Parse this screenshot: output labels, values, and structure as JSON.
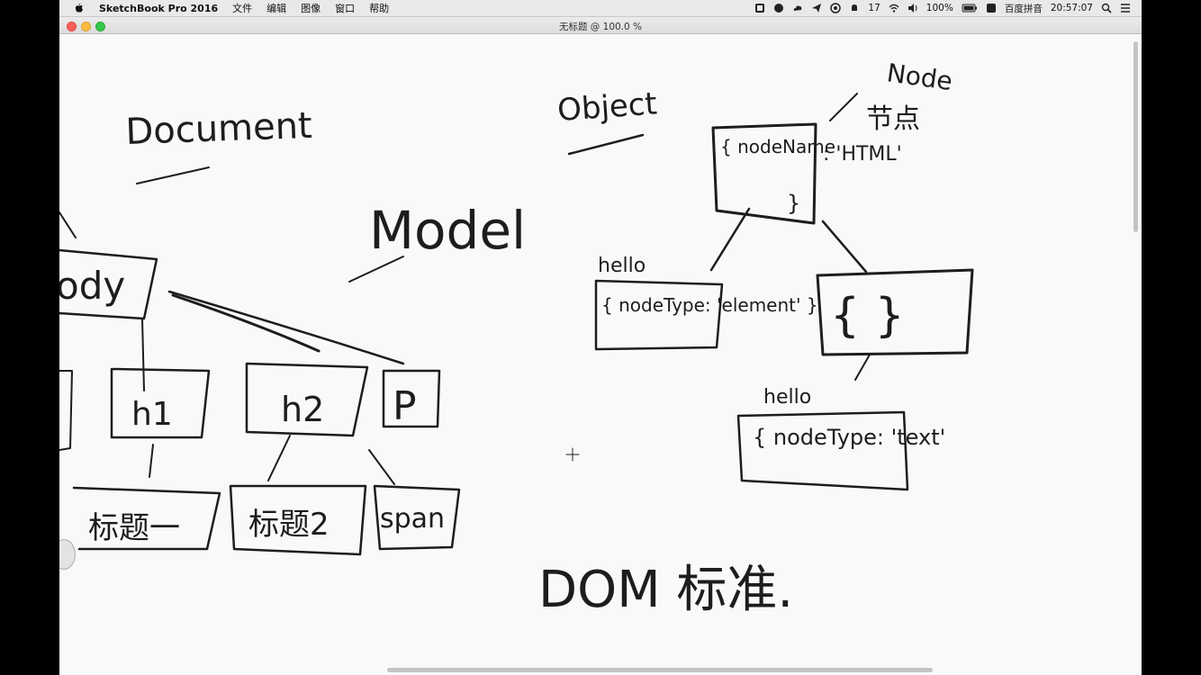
{
  "menubar": {
    "app_name": "SketchBook Pro 2016",
    "menus": [
      "文件",
      "编辑",
      "图像",
      "窗口",
      "帮助"
    ],
    "battery_percent": "100%",
    "notification_count": "17",
    "input_method": "百度拼音",
    "clock": "20:57:07",
    "icons": [
      "apple-icon",
      "grid-icon",
      "qq-icon",
      "cloud-icon",
      "send-icon",
      "wechat-icon",
      "bell-icon",
      "wifi-icon",
      "volume-icon",
      "battery-icon",
      "search-icon",
      "list-icon"
    ]
  },
  "window": {
    "title": "无标题 @ 100.0 %"
  },
  "canvas": {
    "labels": {
      "document": "Document",
      "model": "Model",
      "object": "Object",
      "node": "Node",
      "node_cn": "节点",
      "body": "ody",
      "h1": "h1",
      "h2": "h2",
      "p": "P",
      "title1": "标题一",
      "title2": "标题2",
      "span": "span",
      "hello_1": "hello",
      "hello_2": "hello",
      "node_html_left": "{ nodeName",
      "node_html_right": ": 'HTML'",
      "node_html_close": "}",
      "element_node": "{ nodeType: 'element' }",
      "empty_node": "{ }",
      "text_node": "{ nodeType: 'text'",
      "dom_standard": "DOM 标准."
    }
  }
}
